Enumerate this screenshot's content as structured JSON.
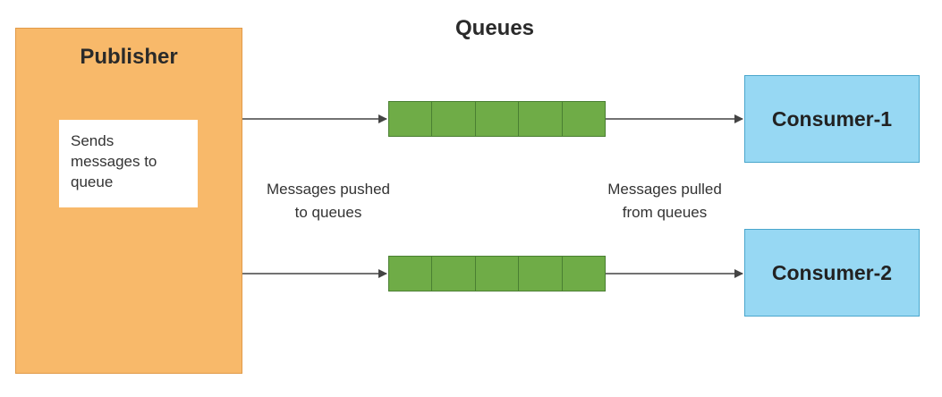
{
  "publisher": {
    "title": "Publisher",
    "note_lines": [
      "Sends",
      "messages to",
      "queue"
    ]
  },
  "queues": {
    "title": "Queues",
    "cells_per_queue": 5,
    "pushed_label_lines": [
      "Messages pushed",
      "to queues"
    ],
    "pulled_label_lines": [
      "Messages pulled",
      "from queues"
    ]
  },
  "consumers": [
    {
      "label": "Consumer-1"
    },
    {
      "label": "Consumer-2"
    }
  ],
  "colors": {
    "publisher_fill": "#f8b96a",
    "queue_fill": "#6fac47",
    "consumer_fill": "#97d8f3",
    "arrow": "#444444"
  }
}
